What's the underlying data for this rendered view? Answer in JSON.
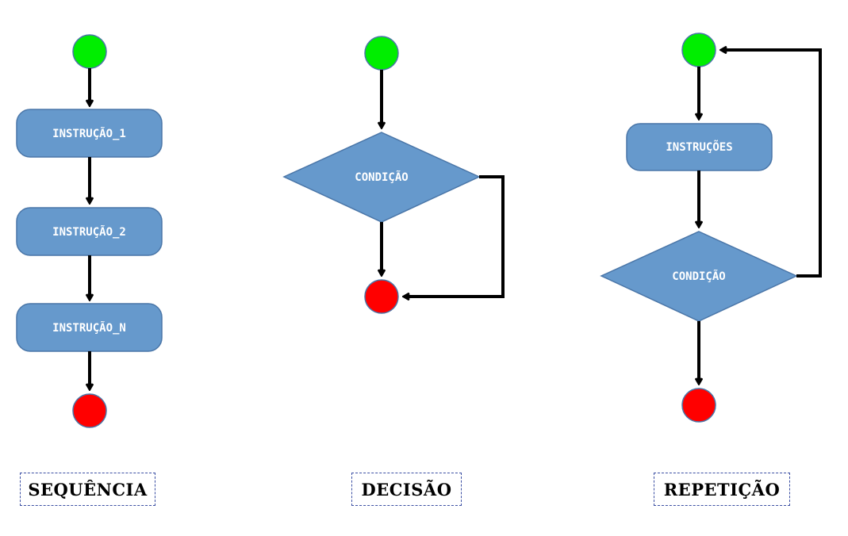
{
  "colors": {
    "start_node": "#00ee00",
    "end_node": "#ff0000",
    "node_fill": "#6699cc",
    "node_stroke": "#4a76a8",
    "arrow": "#000000",
    "text": "#ffffff"
  },
  "sequence": {
    "caption": "SEQUÊNCIA",
    "steps": [
      "INSTRUÇÃO_1",
      "INSTRUÇÃO_2",
      "INSTRUÇÃO_N"
    ]
  },
  "decision": {
    "caption": "DECISÃO",
    "condition": "CONDIÇÃO"
  },
  "repetition": {
    "caption": "REPETIÇÃO",
    "body": "INSTRUÇÕES",
    "condition": "CONDIÇÃO"
  }
}
